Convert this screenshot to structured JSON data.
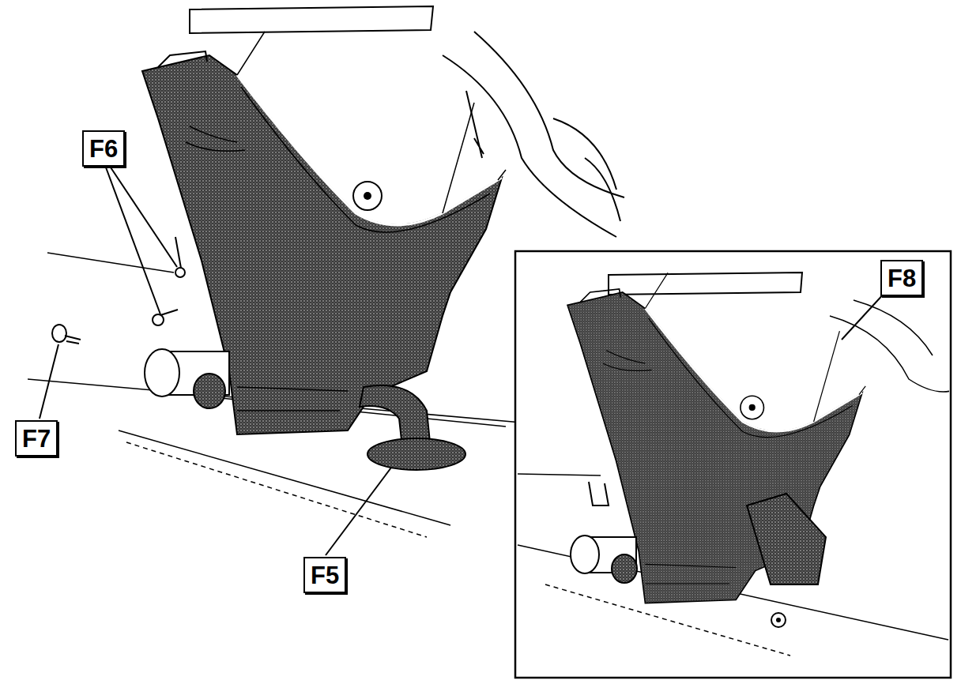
{
  "diagram": {
    "labels": [
      "F6",
      "F8",
      "F7",
      "F5"
    ]
  }
}
